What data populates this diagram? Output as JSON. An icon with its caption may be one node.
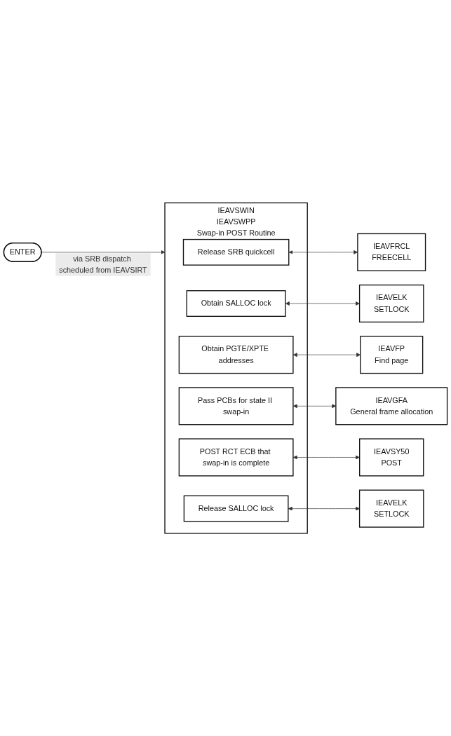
{
  "diagram": {
    "nodes": [
      {
        "text": [
          "ENTER"
        ]
      },
      {
        "text": [
          "IEAVSWIN",
          "IEAVSWPP",
          "Swap-in POST Routine"
        ]
      },
      {
        "text": [
          "Release SRB quickcell"
        ],
        "in": 1
      },
      {
        "text": [
          "Obtain SALLOC lock"
        ],
        "in": 1
      },
      {
        "text": [
          "Obtain PGTE/XPTE addresses"
        ],
        "in": 1
      },
      {
        "text": [
          "Pass PCBs for state II swap-in"
        ],
        "in": 1
      },
      {
        "text": [
          "POST RCT ECB that swap-in is complete"
        ],
        "in": 1
      },
      {
        "text": [
          "Release SALLOC lock"
        ],
        "in": 1
      },
      {
        "text": [
          "IEAVFRCL",
          "FREECELL"
        ]
      },
      {
        "text": [
          "IEAVELK",
          "SETLOCK"
        ]
      },
      {
        "text": [
          "IEAVFP",
          "Find page"
        ]
      },
      {
        "text": [
          "IEAVGFA",
          "General frame allocation"
        ]
      },
      {
        "text": [
          "IEAVSY50",
          "POST"
        ]
      },
      {
        "text": [
          "IEAVELK",
          "SETLOCK"
        ]
      }
    ],
    "edges": [
      {
        "from": 0,
        "to": 1,
        "arrow": "to",
        "label": "via SRB dispatch scheduled from IEAVSIRT"
      },
      {
        "from": 2,
        "to": 8,
        "arrow": "both"
      },
      {
        "from": 3,
        "to": 9,
        "arrow": "both"
      },
      {
        "from": 4,
        "to": 10,
        "arrow": "both"
      },
      {
        "from": 5,
        "to": 11,
        "arrow": "both"
      },
      {
        "from": 6,
        "to": 12,
        "arrow": "both"
      },
      {
        "from": 7,
        "to": 13,
        "arrow": "both"
      }
    ]
  }
}
